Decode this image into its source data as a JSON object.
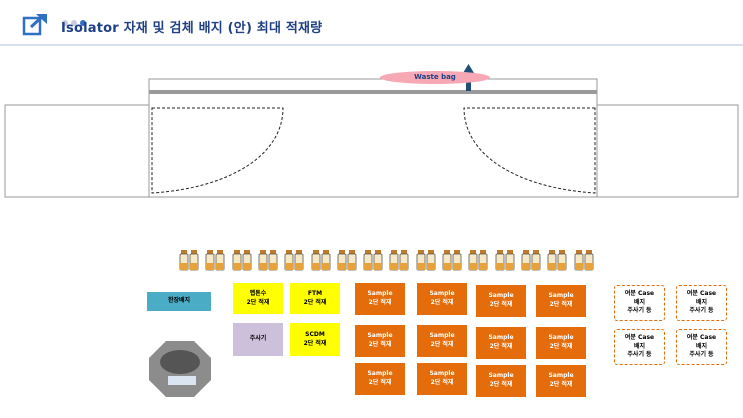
{
  "title": "Isolator 자재 및 검체 배지 (안) 최대 적재량",
  "waste_bag": "Waste bag",
  "colors": {
    "title": "#1f3f86",
    "yellow": "#ffff00",
    "orange": "#e46c0a",
    "teal": "#4bacc6",
    "lavender": "#ccc0da",
    "waste_bag": "#f6a9b4"
  },
  "left_items": {
    "manhole_badge": "한장배지",
    "syringe": "주사기"
  },
  "yellow_boxes": [
    {
      "line1": "펩톤수",
      "line2": "2단 적재"
    },
    {
      "line1": "FTM",
      "line2": "2단 적재"
    },
    {
      "line1": "SCDM",
      "line2": "2단 적재"
    }
  ],
  "sample_box": {
    "line1": "Sample",
    "line2": "2단 적재"
  },
  "sample_count": 12,
  "spare_boxes": [
    {
      "line1": "여분 Case",
      "line2": "배지",
      "line3": "주사기 등"
    },
    {
      "line1": "여분 Case",
      "line2": "배지",
      "line3": "주사기 등"
    },
    {
      "line1": "여분 Case",
      "line2": "배지",
      "line3": "주사기 등"
    },
    {
      "line1": "여분 Case",
      "line2": "배지",
      "line3": "주사기 등"
    }
  ],
  "bottle_count": 16
}
